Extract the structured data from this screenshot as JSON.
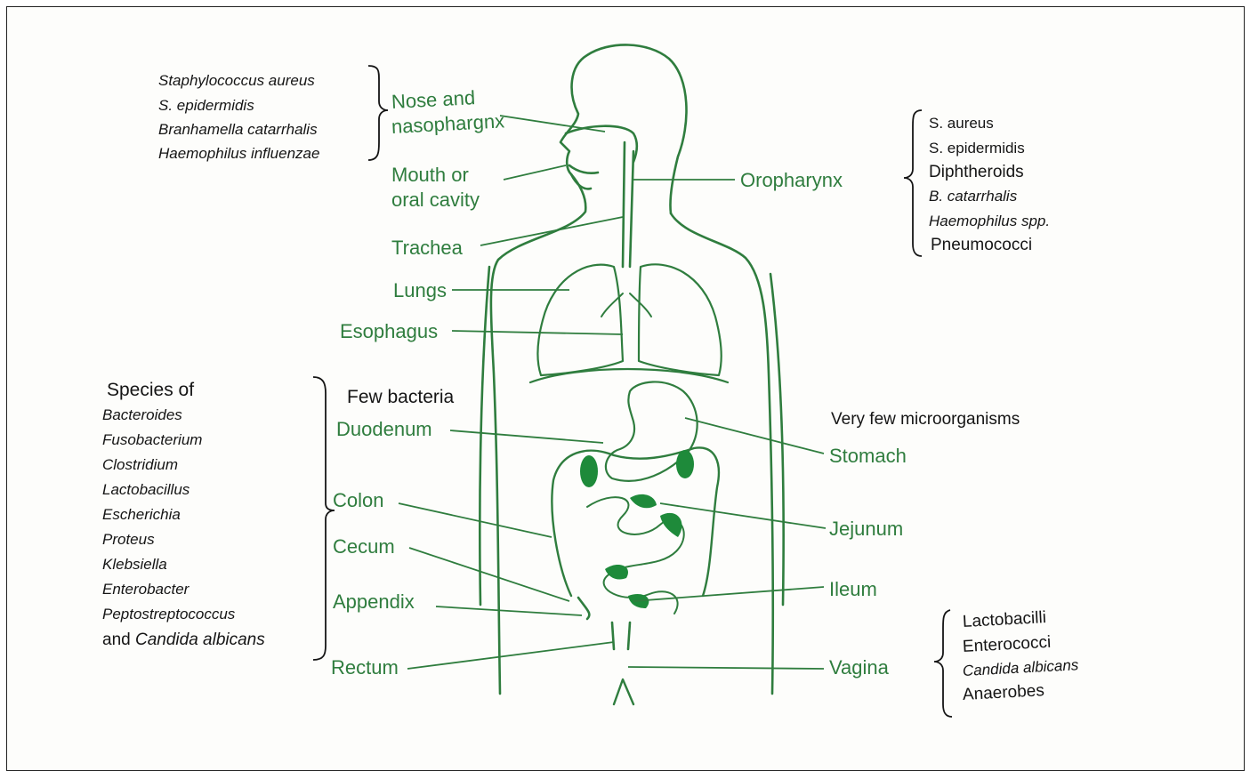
{
  "colors": {
    "organ_green": "#2f7d3e",
    "label_black": "#151515",
    "fill_green": "#1e8a3a"
  },
  "left_top_list": [
    "Staphylococcus aureus",
    "S. epidermidis",
    "Branhamella catarrhalis",
    "Haemophilus influenzae"
  ],
  "left_bottom_list": {
    "heading": "Species of",
    "items": [
      "Bacteroides",
      "Fusobacterium",
      "Clostridium",
      "Lactobacillus",
      "Escherichia",
      "Proteus",
      "Klebsiella",
      "Enterobacter",
      "Peptostreptococcus"
    ],
    "last_prefix": "and",
    "last_italic": "Candida albicans"
  },
  "right_top_list": [
    "S. aureus",
    "S. epidermidis",
    "Diphtheroids",
    "B. catarrhalis",
    "Haemophilus spp.",
    "Pneumococci"
  ],
  "right_bottom_list": [
    "Lactobacilli",
    "Enterococci",
    "Candida albicans",
    "Anaerobes"
  ],
  "organs": {
    "nose_line1": "Nose and",
    "nose_line2": "nasophargnx",
    "mouth_line1": "Mouth or",
    "mouth_line2": "oral cavity",
    "trachea": "Trachea",
    "lungs": "Lungs",
    "esophagus": "Esophagus",
    "duodenum": "Duodenum",
    "colon": "Colon",
    "cecum": "Cecum",
    "appendix": "Appendix",
    "rectum": "Rectum",
    "oropharynx": "Oropharynx",
    "stomach": "Stomach",
    "jejunum": "Jejunum",
    "ileum": "Ileum",
    "vagina": "Vagina"
  },
  "notes": {
    "few_bacteria": "Few bacteria",
    "very_few": "Very few microorganisms"
  }
}
